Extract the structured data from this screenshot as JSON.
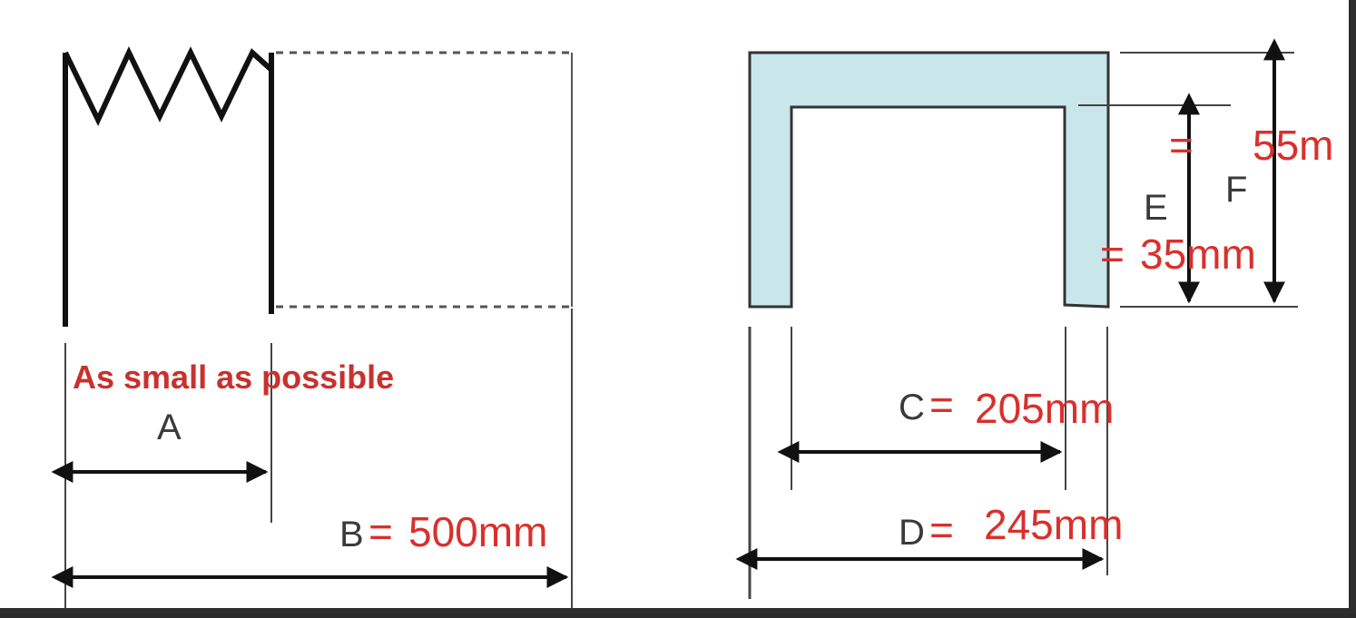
{
  "left_figure": {
    "note": "As small as possible",
    "dim_a": {
      "letter": "A"
    },
    "dim_b": {
      "letter": "B",
      "eq": "=",
      "value": "500mm"
    }
  },
  "right_figure": {
    "dim_c": {
      "letter": "C",
      "eq": "=",
      "value": "205mm"
    },
    "dim_d": {
      "letter": "D",
      "eq": "=",
      "value": "245mm"
    },
    "dim_e": {
      "letter": "E",
      "eq": "=",
      "value": "35mm"
    },
    "dim_f": {
      "letter": "F",
      "eq": "=",
      "value": "55m"
    }
  },
  "colors": {
    "background": "#ffffff",
    "profile_fill": "#c9e6ea",
    "line": "#111111",
    "value_red": "#d9302c",
    "frame_dark": "#2d2d2d"
  }
}
